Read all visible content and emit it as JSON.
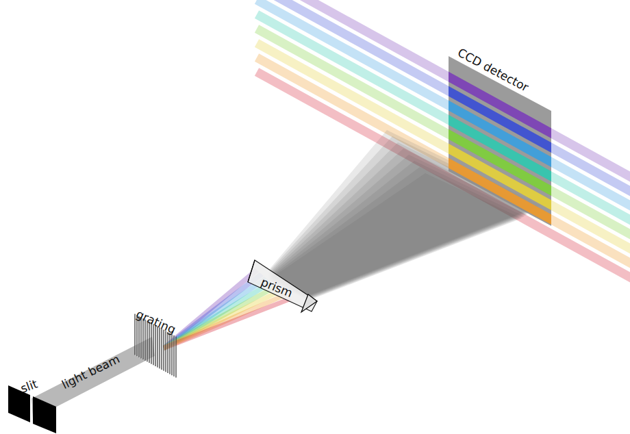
{
  "diagram": {
    "labels": [
      "slit",
      "light beam",
      "grating",
      "prism",
      "CCD detector"
    ]
  }
}
